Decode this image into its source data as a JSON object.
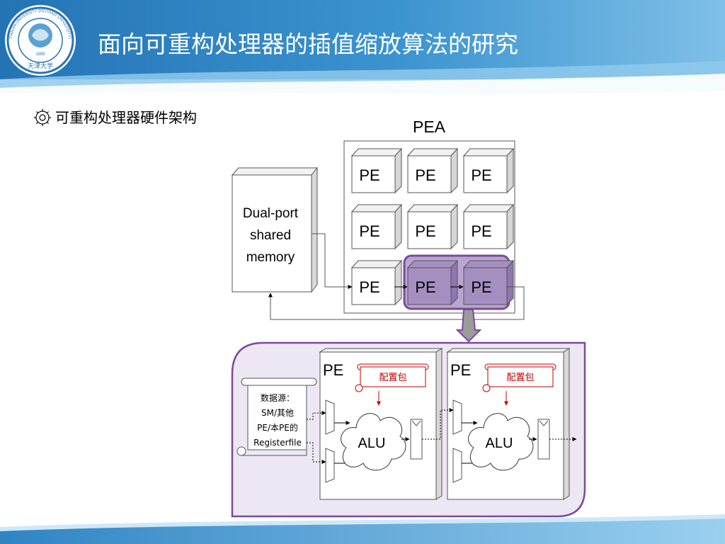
{
  "header": {
    "title": "面向可重构处理器的插值缩放算法的研究",
    "logo": {
      "name": "university-seal",
      "ring_text": "TIANJIN UNIVERSITY (PEIYANG UNIVERSITY)",
      "center_text": "1895",
      "calligraphy": "天津大学"
    }
  },
  "bullet": {
    "icon": "gear-bullet-icon",
    "text": "可重构处理器硬件架构"
  },
  "diagram": {
    "pea_label": "PEA",
    "memory_lines": [
      "Dual-port",
      "shared",
      "memory"
    ],
    "pe_label": "PE",
    "detail": {
      "pe_title": "PE",
      "config_label": "配置包",
      "alu_label": "ALU",
      "source_lines": [
        "数据源：",
        "SM/其他",
        "PE/本PE的",
        "Registerfile"
      ]
    }
  },
  "colors": {
    "header_blue": "#2e86c1",
    "highlight_purple": "#7b4a9e",
    "highlight_fill": "#b9a6cf",
    "detail_fill": "#ede7f3",
    "config_red": "#c00000"
  }
}
